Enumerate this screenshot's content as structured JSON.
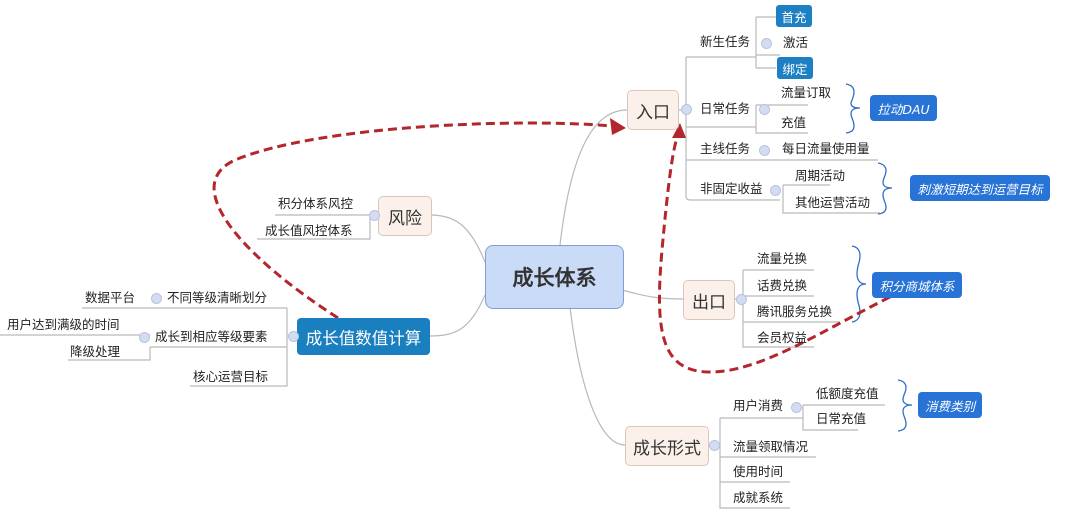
{
  "center": "成长体系",
  "entry": {
    "label": "入口",
    "newbie": {
      "label": "新生任务",
      "items": [
        "首充",
        "激活",
        "绑定"
      ]
    },
    "daily": {
      "label": "日常任务",
      "items": [
        "流量订取",
        "充值"
      ],
      "note": "拉动DAU"
    },
    "main": {
      "label": "主线任务",
      "item": "每日流量使用量"
    },
    "irregular": {
      "label": "非固定收益",
      "items": [
        "周期活动",
        "其他运营活动"
      ],
      "note": "刺激短期达到运营目标"
    }
  },
  "exit": {
    "label": "出口",
    "items": [
      "流量兑换",
      "话费兑换",
      "腾讯服务兑换",
      "会员权益"
    ],
    "note": "积分商城体系"
  },
  "form": {
    "label": "成长形式",
    "consumption": {
      "label": "用户消费",
      "items": [
        "低额度充值",
        "日常充值"
      ],
      "note": "消费类别"
    },
    "items": [
      "流量领取情况",
      "使用时间",
      "成就系统"
    ]
  },
  "risk": {
    "label": "风险",
    "items": [
      "积分体系风控",
      "成长值风控体系"
    ]
  },
  "calc": {
    "label": "成长值数值计算",
    "levels": {
      "label": "不同等级清晰划分",
      "child": "数据平台"
    },
    "elements": {
      "label": "成长到相应等级要素",
      "children": [
        "用户达到满级的时间",
        "降级处理"
      ]
    },
    "core": "核心运营目标"
  },
  "colors": {
    "accent": "#1a7fbf",
    "note": "#2773d6",
    "arrow": "#b3262b",
    "center": "#c9dbf7"
  }
}
